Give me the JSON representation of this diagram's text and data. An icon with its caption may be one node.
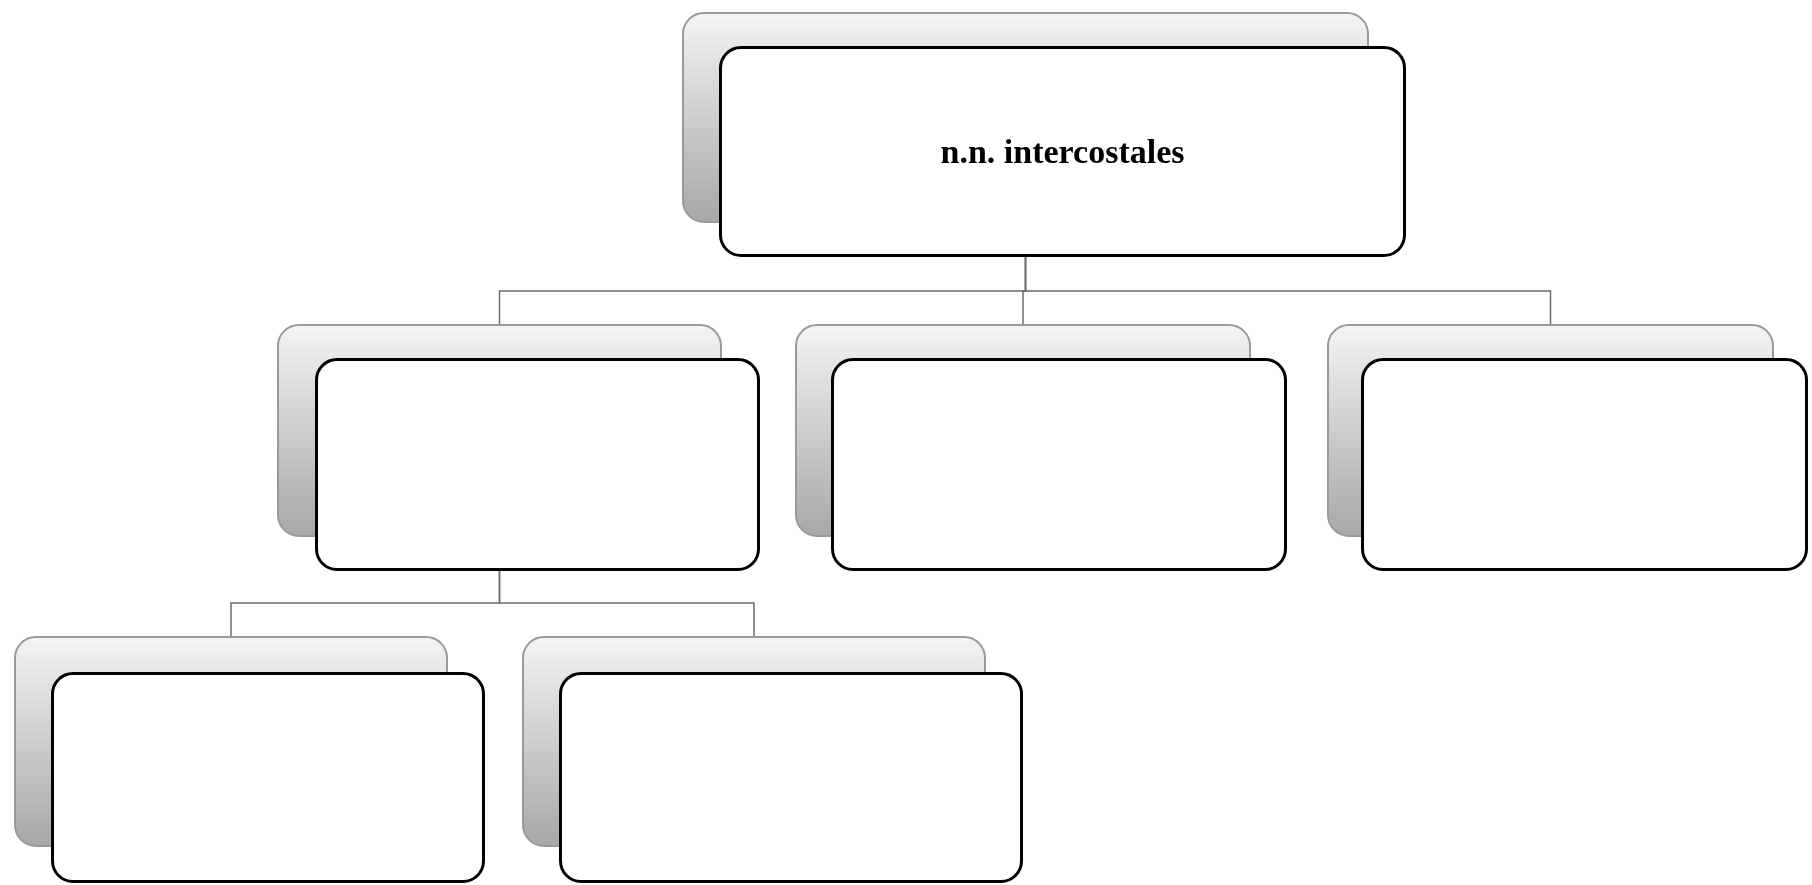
{
  "diagram": {
    "nodes": [
      {
        "text": [
          "n.n. intercostales"
        ]
      },
      {
        "text": [],
        "shape": "box"
      },
      {
        "text": [],
        "shape": "box"
      },
      {
        "text": [],
        "shape": "box"
      },
      {
        "text": [],
        "shape": "box"
      },
      {
        "text": [],
        "shape": "box"
      }
    ],
    "edges": [
      {
        "from": 0,
        "to": 1,
        "arrow": "none"
      },
      {
        "from": 0,
        "to": 2,
        "arrow": "none"
      },
      {
        "from": 0,
        "to": 3,
        "arrow": "none"
      },
      {
        "from": 1,
        "to": 4,
        "arrow": "none"
      },
      {
        "from": 1,
        "to": 5,
        "arrow": "none"
      }
    ]
  }
}
